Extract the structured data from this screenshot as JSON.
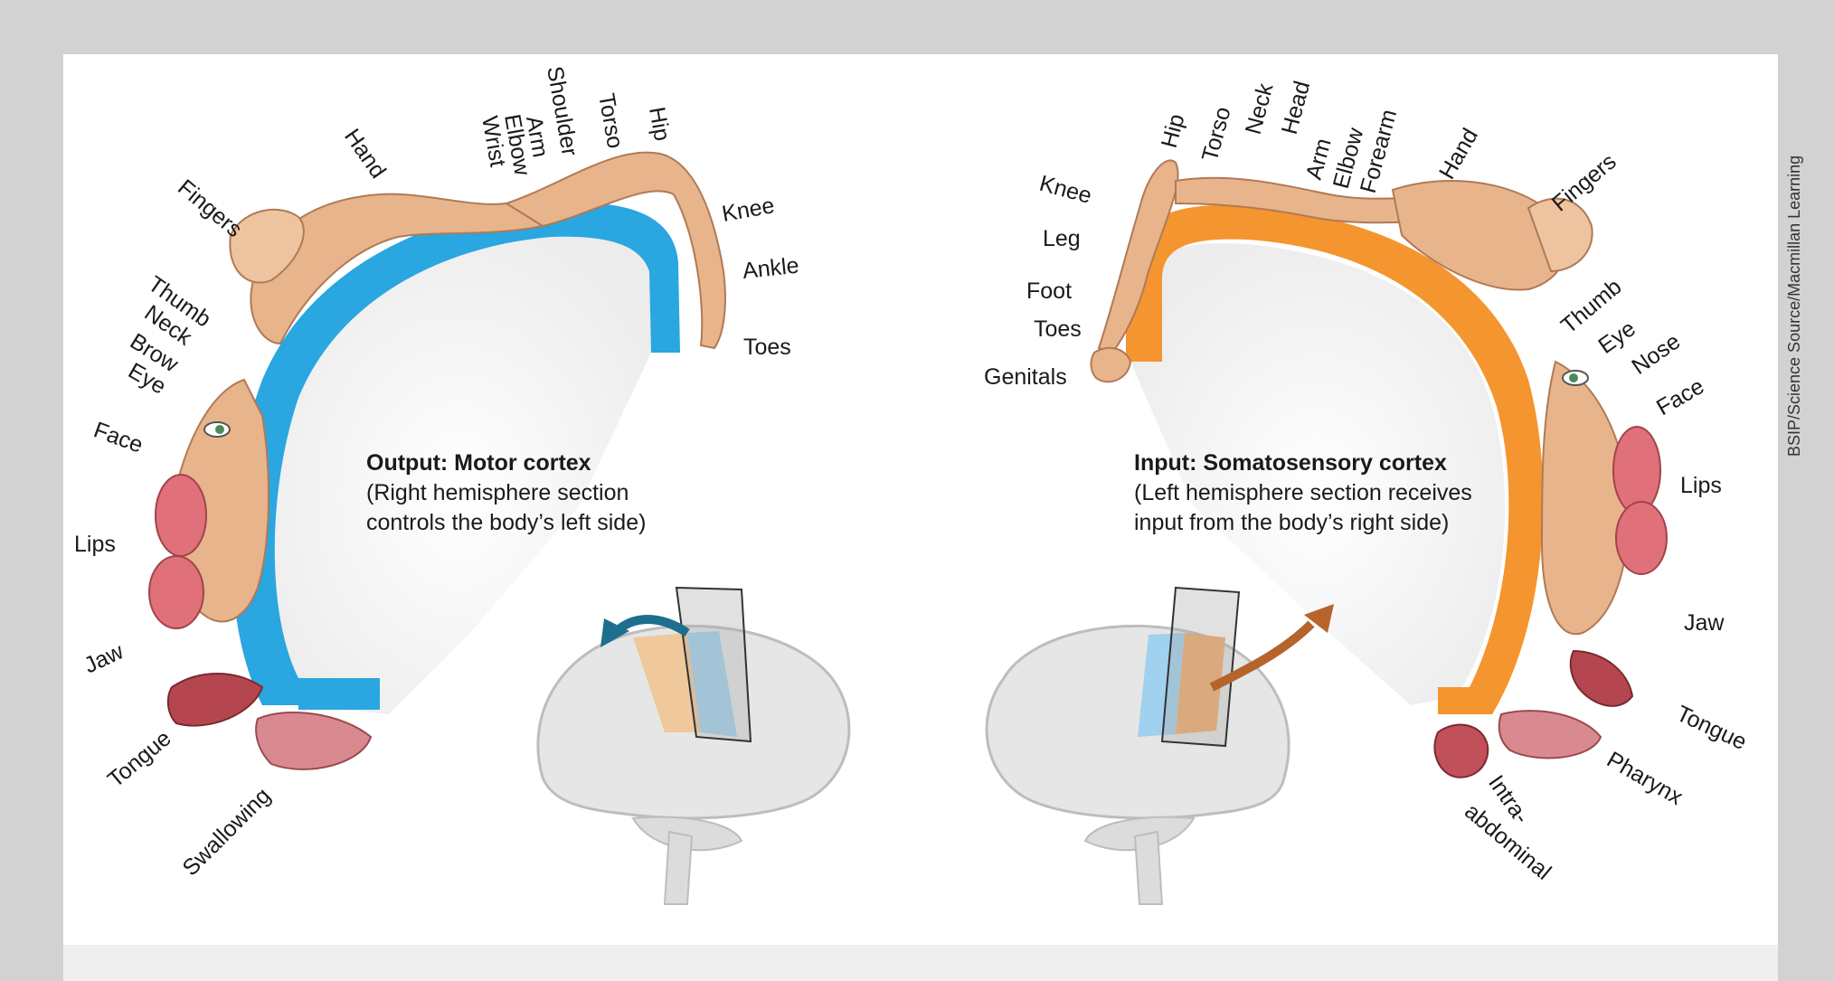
{
  "credit": "BSIP/Science Source/Macmillan Learning",
  "colors": {
    "motor": "#2aa6e0",
    "sensory": "#f5952f",
    "skin": "#e8b48c",
    "lips": "#e0707a",
    "brain": "#e6e6e6"
  },
  "motor": {
    "title": "Output: Motor cortex",
    "line1": "(Right hemisphere section",
    "line2": "controls the body’s left side)",
    "labels": {
      "toes": "Toes",
      "ankle": "Ankle",
      "knee": "Knee",
      "hip": "Hip",
      "torso": "Torso",
      "shoulder": "Shoulder",
      "arm": "Arm",
      "elbow": "Elbow",
      "wrist": "Wrist",
      "hand": "Hand",
      "fingers": "Fingers",
      "thumb": "Thumb",
      "neck": "Neck",
      "brow": "Brow",
      "eye": "Eye",
      "face": "Face",
      "lips": "Lips",
      "jaw": "Jaw",
      "tongue": "Tongue",
      "swallowing": "Swallowing"
    }
  },
  "sensory": {
    "title": "Input: Somatosensory cortex",
    "line1": "(Left hemisphere section receives",
    "line2": "input from the body’s right side)",
    "labels": {
      "genitals": "Genitals",
      "toes": "Toes",
      "foot": "Foot",
      "leg": "Leg",
      "knee": "Knee",
      "hip": "Hip",
      "torso": "Torso",
      "neck": "Neck",
      "head": "Head",
      "arm": "Arm",
      "elbow": "Elbow",
      "forearm": "Forearm",
      "hand": "Hand",
      "fingers": "Fingers",
      "thumb": "Thumb",
      "eye": "Eye",
      "nose": "Nose",
      "face": "Face",
      "lips": "Lips",
      "jaw": "Jaw",
      "tongue": "Tongue",
      "pharynx": "Pharynx",
      "intra": "Intra-",
      "abdominal": "abdominal"
    }
  }
}
